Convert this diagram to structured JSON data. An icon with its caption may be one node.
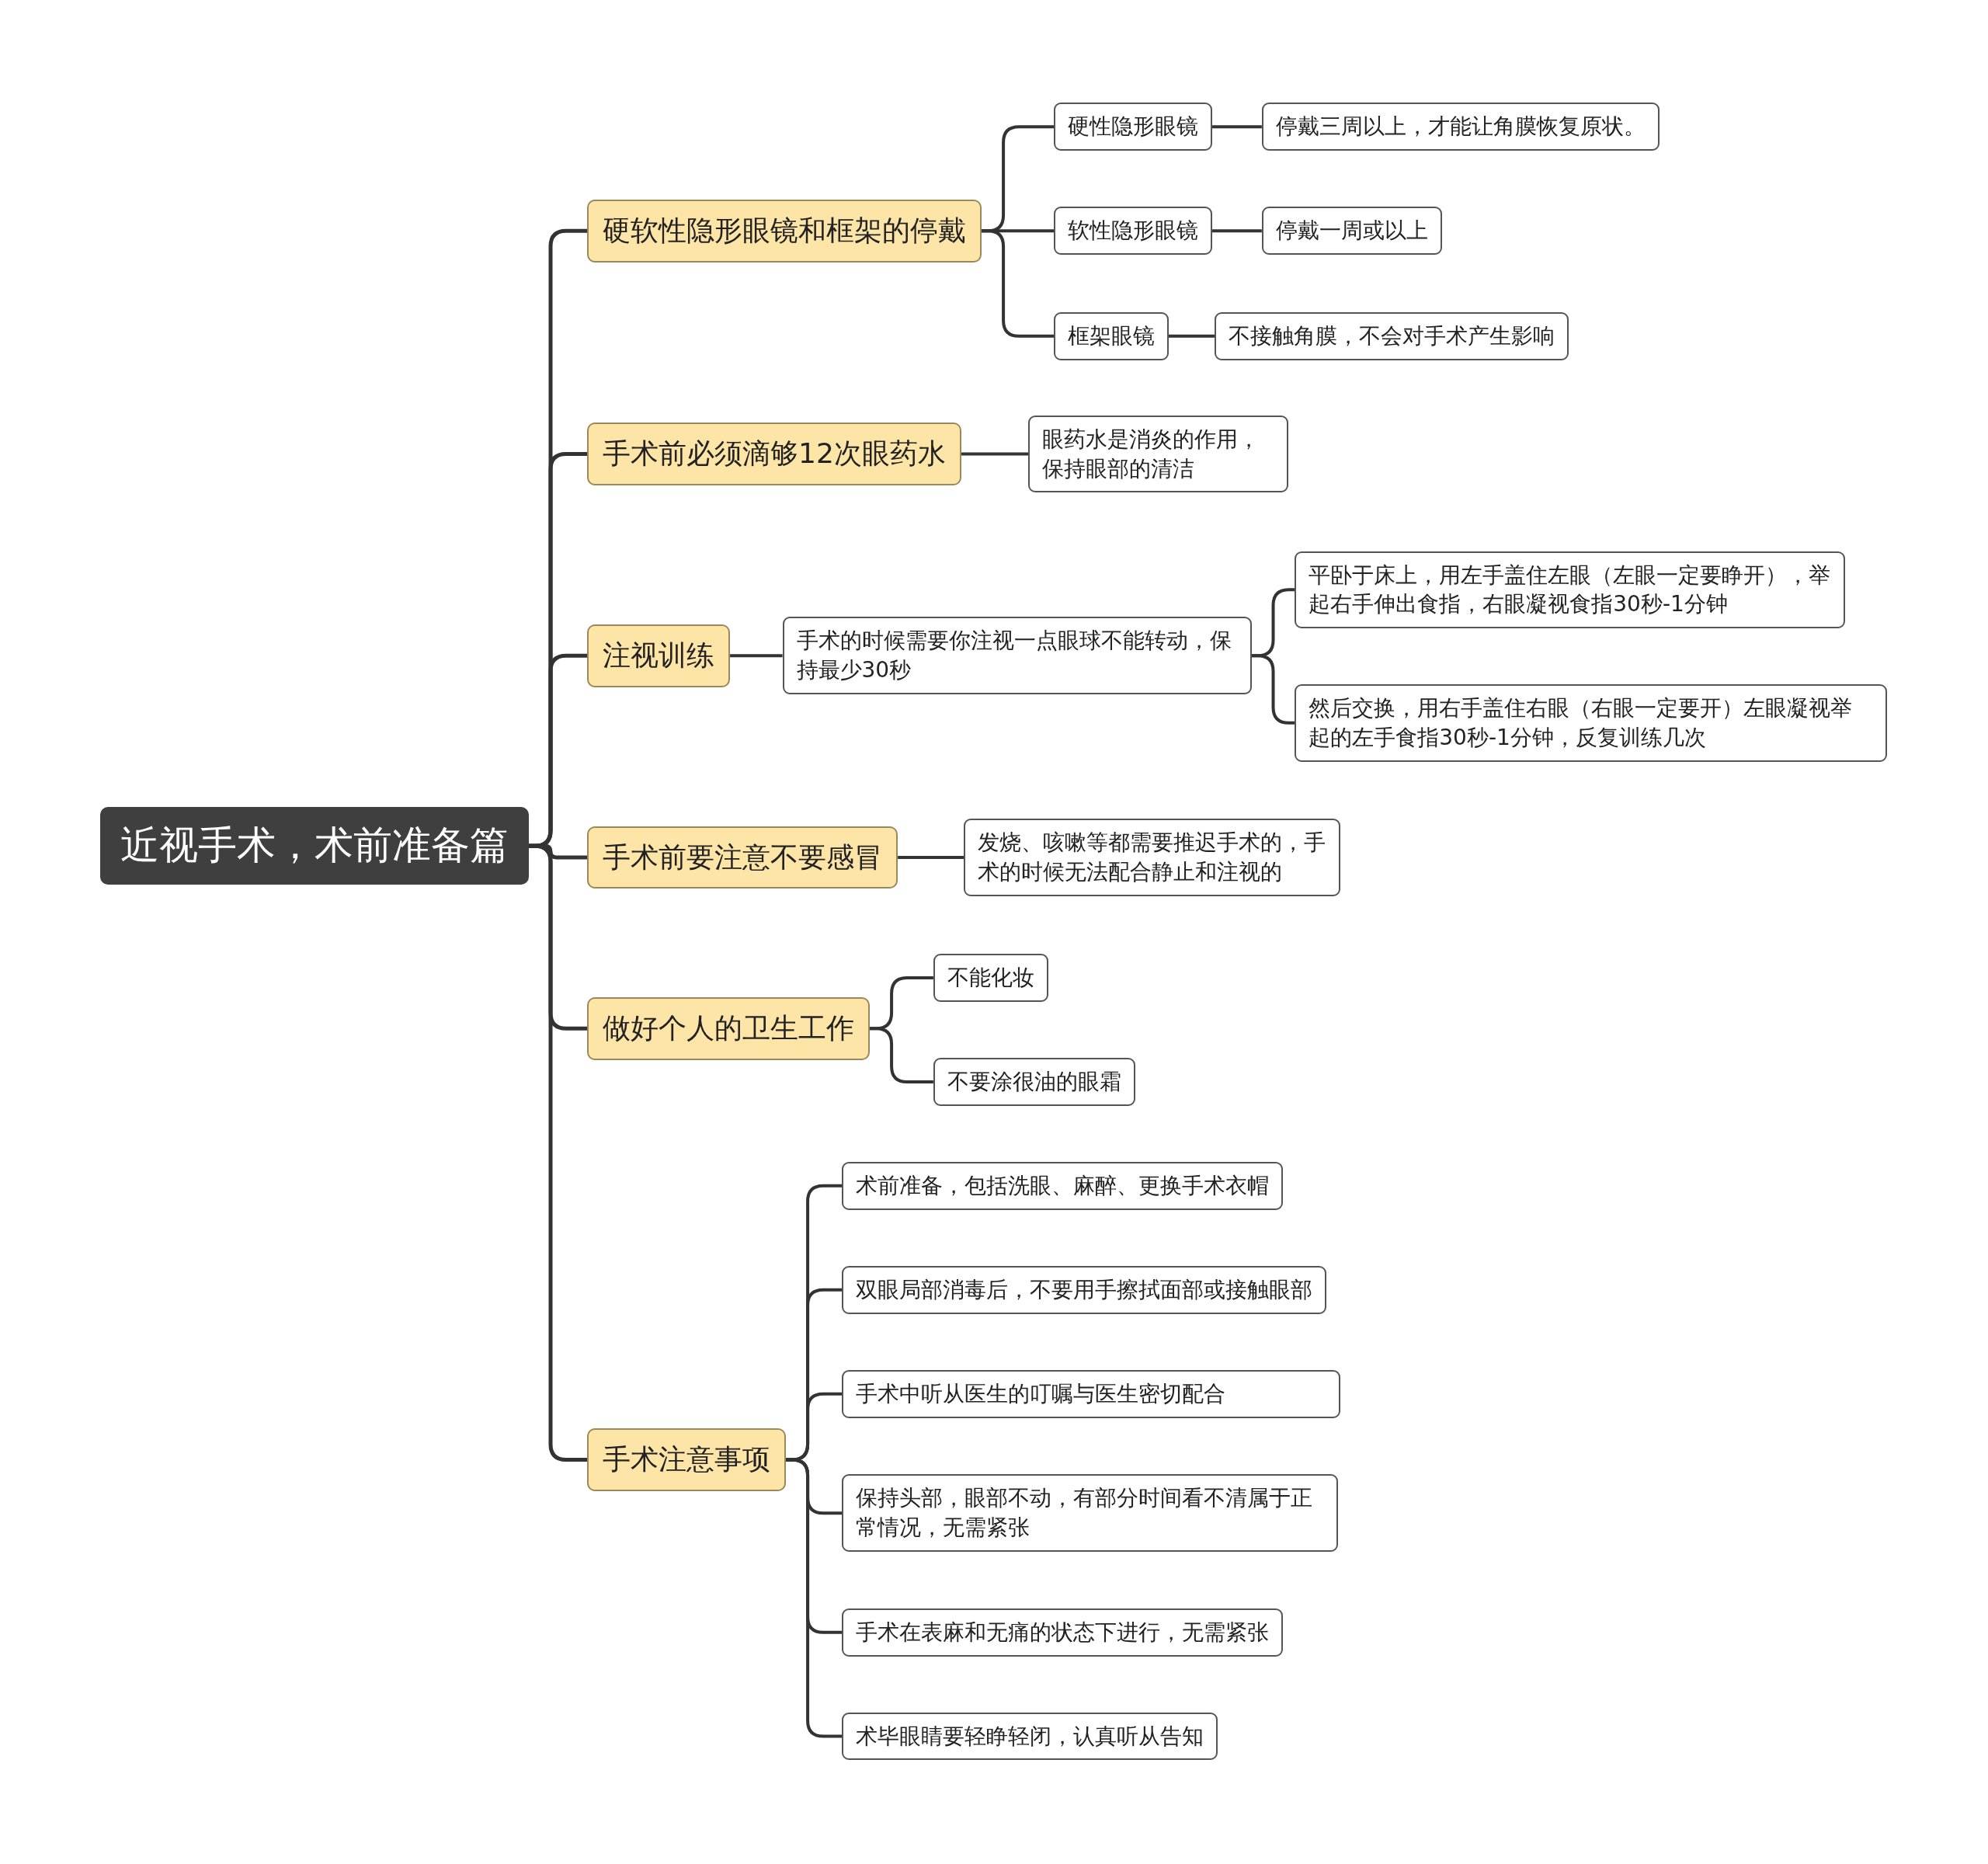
{
  "diagram": {
    "nodes": [
      {
        "text": [
          "近视手术，术前准备篇"
        ]
      },
      {
        "text": [
          "硬软性隐形眼镜和框架的停戴"
        ]
      },
      {
        "text": [
          "硬性隐形眼镜"
        ]
      },
      {
        "text": [
          "停戴三周以上，才能让角膜恢复原状。"
        ]
      },
      {
        "text": [
          "软性隐形眼镜"
        ]
      },
      {
        "text": [
          "停戴一周或以上"
        ]
      },
      {
        "text": [
          "框架眼镜"
        ]
      },
      {
        "text": [
          "不接触角膜，不会对手术产生影响"
        ]
      },
      {
        "text": [
          "手术前必须滴够12次眼药水"
        ]
      },
      {
        "text": [
          "眼药水是消炎的作用，保持眼部的清洁"
        ]
      },
      {
        "text": [
          "注视训练"
        ]
      },
      {
        "text": [
          "手术的时候需要你注视一点眼球不能转动，保持最少30秒"
        ]
      },
      {
        "text": [
          "平卧于床上，用左手盖住左眼（左眼一定要睁开），举起右手伸出食指，右眼凝视食指30秒-1分钟"
        ]
      },
      {
        "text": [
          "然后交换，用右手盖住右眼（右眼一定要开）左眼凝视举起的左手食指30秒-1分钟，反复训练几次"
        ]
      },
      {
        "text": [
          "手术前要注意不要感冒"
        ]
      },
      {
        "text": [
          "发烧、咳嗽等都需要推迟手术的，手术的时候无法配合静止和注视的"
        ]
      },
      {
        "text": [
          "做好个人的卫生工作"
        ]
      },
      {
        "text": [
          "不能化妆"
        ]
      },
      {
        "text": [
          "不要涂很油的眼霜"
        ]
      },
      {
        "text": [
          "手术注意事项"
        ]
      },
      {
        "text": [
          "术前准备，包括洗眼、麻醉、更换手术衣帽"
        ]
      },
      {
        "text": [
          "双眼局部消毒后，不要用手擦拭面部或接触眼部"
        ]
      },
      {
        "text": [
          "手术中听从医生的叮嘱与医生密切配合"
        ]
      },
      {
        "text": [
          "保持头部，眼部不动，有部分时间看不清属于正常情况，无需紧张"
        ]
      },
      {
        "text": [
          "手术在表麻和无痛的状态下进行，无需紧张"
        ]
      },
      {
        "text": [
          "术毕眼睛要轻睁轻闭，认真听从告知"
        ]
      }
    ],
    "edges": [
      {
        "from": 0,
        "to": 1,
        "arrow": "none"
      },
      {
        "from": 1,
        "to": 2,
        "arrow": "none"
      },
      {
        "from": 2,
        "to": 3,
        "arrow": "none"
      },
      {
        "from": 1,
        "to": 4,
        "arrow": "none"
      },
      {
        "from": 4,
        "to": 5,
        "arrow": "none"
      },
      {
        "from": 1,
        "to": 6,
        "arrow": "none"
      },
      {
        "from": 6,
        "to": 7,
        "arrow": "none"
      },
      {
        "from": 0,
        "to": 8,
        "arrow": "none"
      },
      {
        "from": 8,
        "to": 9,
        "arrow": "none"
      },
      {
        "from": 0,
        "to": 10,
        "arrow": "none"
      },
      {
        "from": 10,
        "to": 11,
        "arrow": "none"
      },
      {
        "from": 11,
        "to": 12,
        "arrow": "none"
      },
      {
        "from": 11,
        "to": 13,
        "arrow": "none"
      },
      {
        "from": 0,
        "to": 14,
        "arrow": "none"
      },
      {
        "from": 14,
        "to": 15,
        "arrow": "none"
      },
      {
        "from": 0,
        "to": 16,
        "arrow": "none"
      },
      {
        "from": 16,
        "to": 17,
        "arrow": "none"
      },
      {
        "from": 16,
        "to": 18,
        "arrow": "none"
      },
      {
        "from": 0,
        "to": 19,
        "arrow": "none"
      },
      {
        "from": 19,
        "to": 20,
        "arrow": "none"
      },
      {
        "from": 19,
        "to": 21,
        "arrow": "none"
      },
      {
        "from": 19,
        "to": 22,
        "arrow": "none"
      },
      {
        "from": 19,
        "to": 23,
        "arrow": "none"
      },
      {
        "from": 19,
        "to": 24,
        "arrow": "none"
      },
      {
        "from": 19,
        "to": 25,
        "arrow": "none"
      }
    ]
  }
}
